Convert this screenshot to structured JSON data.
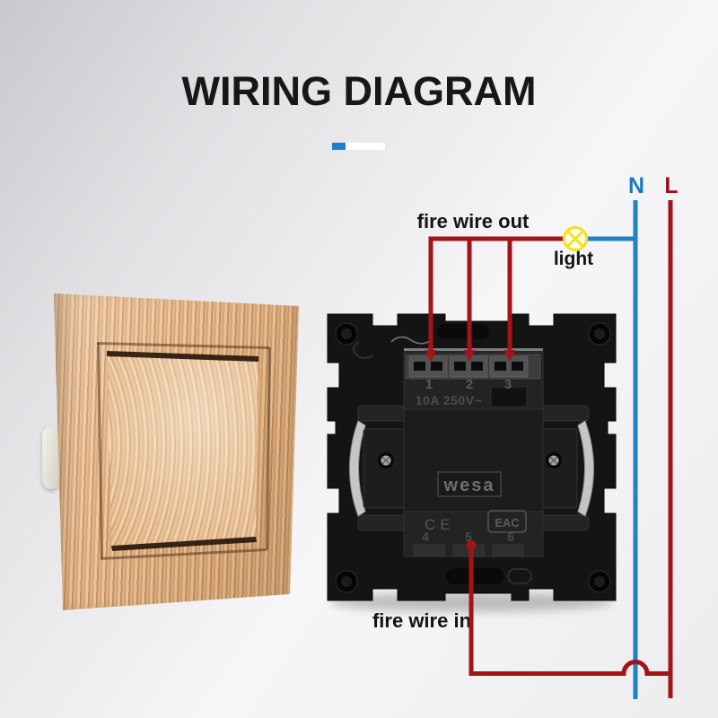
{
  "title": "WIRING DIAGRAM",
  "labels": {
    "neutral": "N",
    "live": "L",
    "fire_wire_out": "fire wire out",
    "light": "light",
    "fire_wire_in": "fire wire in"
  },
  "switch_back": {
    "top_terminals": [
      "1",
      "2",
      "3"
    ],
    "bottom_terminals": [
      "4",
      "5",
      "6"
    ],
    "rating": "10A 250V~",
    "brand": "wesa",
    "cert_ce": "CE",
    "cert_eac": "EAC"
  },
  "colors": {
    "neutral_wire_blue": "#2280c5",
    "live_wire_red": "#a31419",
    "bulb_yellow": "#f1e224",
    "divider_blue": "#1d80c4",
    "title_text": "#17171a",
    "wood_tan": "#d8a877"
  }
}
